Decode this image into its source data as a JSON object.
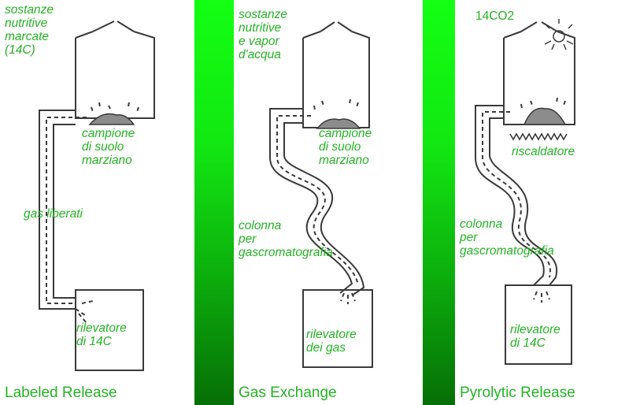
{
  "panels": [
    {
      "title": "Labeled Release",
      "labels": {
        "top": "sostanze\nnutritive\nmarcate\n(14C)",
        "sample": "campione\ndi suolo\nmarziano",
        "middle": "gas liberati",
        "detector": "rilevatore\ndi 14C"
      }
    },
    {
      "title": "Gas Exchange",
      "labels": {
        "top": "sostanze\nnutritive\ne vapor\nd'acqua",
        "sample": "campione\ndi suolo\nmarziano",
        "column": "colonna\nper\ngascromatografia",
        "detector": "rilevatore\ndei gas"
      }
    },
    {
      "title": "Pyrolytic Release",
      "labels": {
        "top": "14CO2",
        "heater": "riscaldatore",
        "column": "colonna\nper\ngascromatografia",
        "detector": "rilevatore\ndi 14C"
      }
    }
  ],
  "colors": {
    "label_green": "#23b423",
    "background_green": "#12e812",
    "line": "#3a3a3a",
    "soil": "#8c8c8c"
  },
  "icons": [
    "lamp-icon",
    "heating-coil-icon"
  ]
}
